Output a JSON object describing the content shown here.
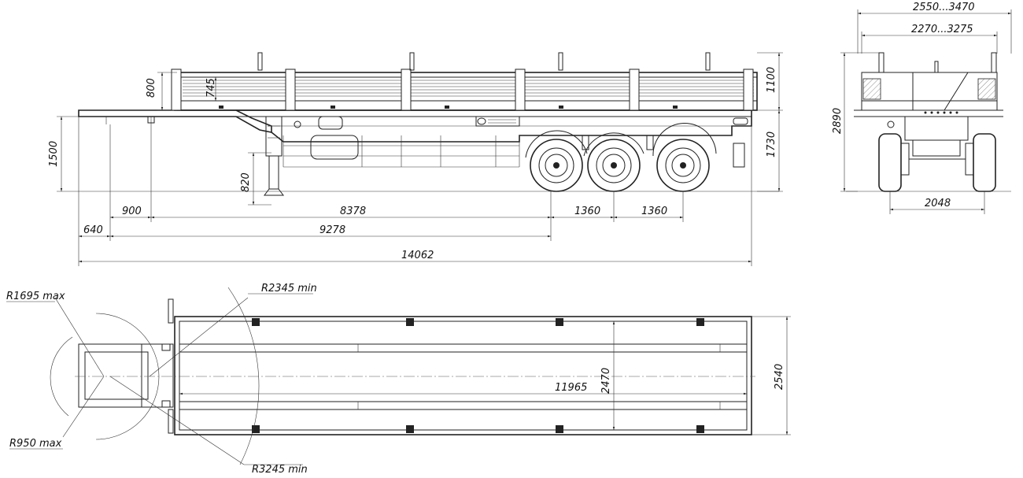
{
  "side_view": {
    "dims": {
      "d800": "800",
      "d745": "745",
      "d1100": "1100",
      "d1500": "1500",
      "d1730": "1730",
      "d820": "820",
      "d900": "900",
      "d8378": "8378",
      "d1360a": "1360",
      "d1360b": "1360",
      "d640": "640",
      "d9278": "9278",
      "d14062": "14062"
    }
  },
  "rear_view": {
    "dims": {
      "d2550": "2550...3470",
      "d2270": "2270...3275",
      "d2890": "2890",
      "d2048": "2048"
    }
  },
  "top_view": {
    "dims": {
      "r1695": "R1695 max",
      "r2345": "R2345 min",
      "r950": "R950 max",
      "r3245": "R3245 min",
      "d11965": "11965",
      "d2470": "2470",
      "d2540": "2540"
    }
  }
}
